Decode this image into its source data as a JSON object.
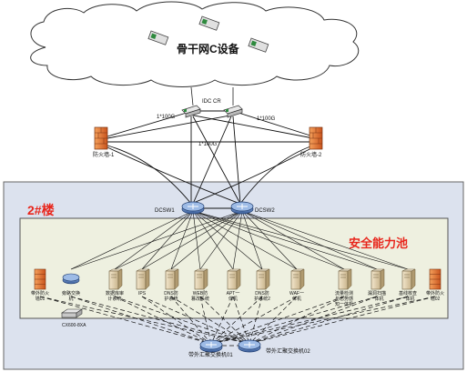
{
  "cloud": {
    "label": "骨干网C设备"
  },
  "core": {
    "label": "IDC CR",
    "link_label_center": "1*100G",
    "link_label_left": "1*100G",
    "link_label_right": "1*100G"
  },
  "firewalls": {
    "left": "防火墙-1",
    "right": "防火墙-2"
  },
  "building": {
    "label": "2#楼",
    "pool_label": "安全能力池",
    "dcsw1": "DCSW1",
    "dcsw2": "DCSW2"
  },
  "pool_devices": [
    {
      "label": "带外防火墙01"
    },
    {
      "label": "旁路交换机"
    },
    {
      "label": "数据库审计系统"
    },
    {
      "label": "IPS"
    },
    {
      "label": "DNS防护系统"
    },
    {
      "label": "WEB防篡改系统"
    },
    {
      "label": "APT一体机"
    },
    {
      "label": "DNS防护系统2"
    },
    {
      "label": "WAF一体机"
    },
    {
      "label": "流量检测与态势感知一体机"
    },
    {
      "label": "漏洞扫描一体机"
    },
    {
      "label": "基线核查一体机"
    },
    {
      "label": "带外防火墙02"
    }
  ],
  "small_switch": {
    "label": "CX600-8XA"
  },
  "oob_switches": {
    "left": "带外汇聚交换机01",
    "right": "带外汇聚交换机02"
  },
  "colors": {
    "building_bg": "#dce2ee",
    "pool_bg": "#eef0e0",
    "red_accent": "#e8261c",
    "firewall": "#e87c2a",
    "router": "#5b7fb8"
  }
}
